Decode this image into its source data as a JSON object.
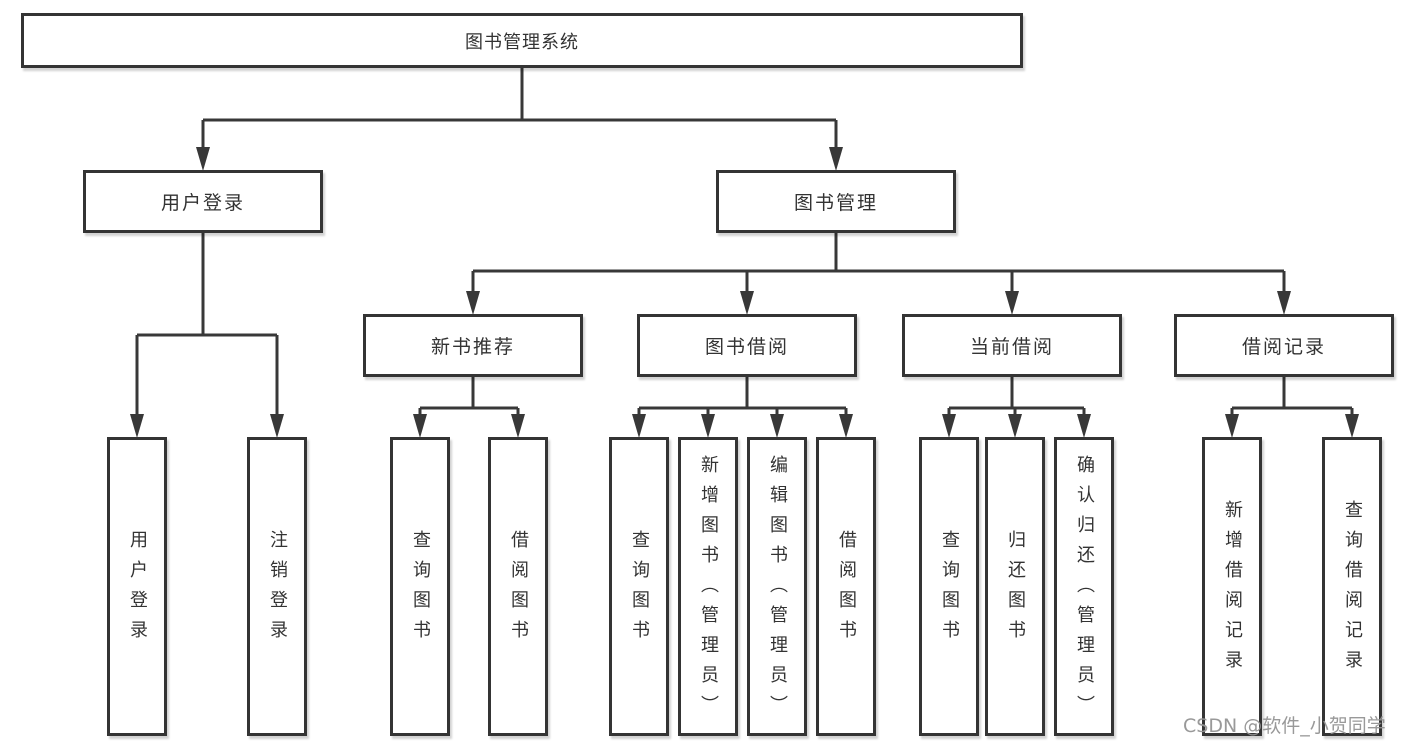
{
  "diagram": {
    "root": {
      "label": "图书管理系统"
    },
    "level2": [
      {
        "label": "用户登录"
      },
      {
        "label": "图书管理"
      }
    ],
    "level3": [
      {
        "label": "新书推荐"
      },
      {
        "label": "图书借阅"
      },
      {
        "label": "当前借阅"
      },
      {
        "label": "借阅记录"
      }
    ],
    "leaves": {
      "user_login": [
        {
          "label": "用户登录"
        },
        {
          "label": "注销登录"
        }
      ],
      "new_book": [
        {
          "label": "查询图书"
        },
        {
          "label": "借阅图书"
        }
      ],
      "book_borrow": [
        {
          "label": "查询图书"
        },
        {
          "label": "新增图书（管理员）"
        },
        {
          "label": "编辑图书（管理员）"
        },
        {
          "label": "借阅图书"
        }
      ],
      "current_borrow": [
        {
          "label": "查询图书"
        },
        {
          "label": "归还图书"
        },
        {
          "label": "确认归还（管理员）"
        }
      ],
      "borrow_record": [
        {
          "label": "新增借阅记录"
        },
        {
          "label": "查询借阅记录"
        }
      ]
    }
  },
  "watermark": {
    "text": "CSDN @软件_小贺同学"
  },
  "colors": {
    "line": "#383838",
    "border": "#343434",
    "text": "#333333",
    "watermark": "#949494",
    "background": "#ffffff"
  }
}
